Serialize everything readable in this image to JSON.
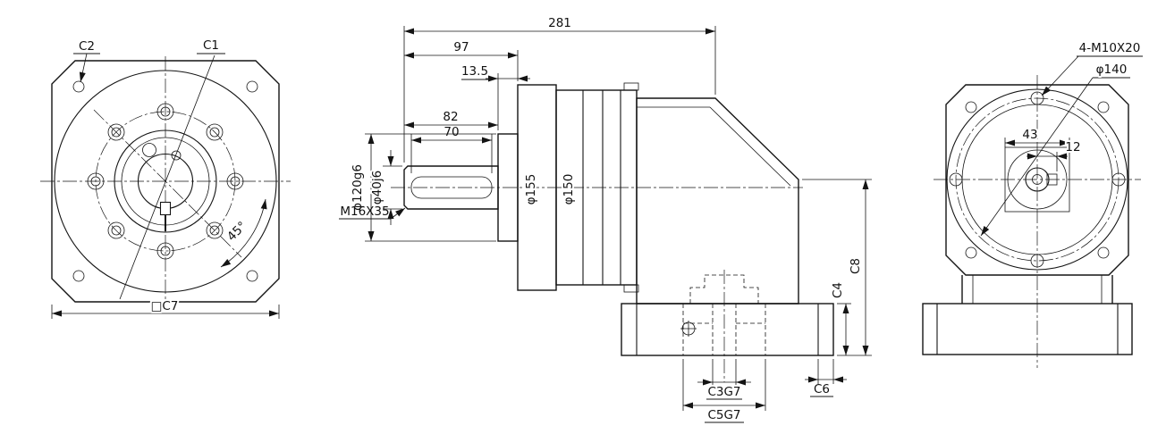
{
  "views": {
    "front": {
      "c2": "C2",
      "c1": "C1",
      "angle": "45°",
      "square": "□C7"
    },
    "side": {
      "overall": "281",
      "len97": "97",
      "len135": "13.5",
      "len82": "82",
      "len70": "70",
      "dia120": "φ120g6",
      "dia40": "φ40j6",
      "tap": "M16X35",
      "dia155": "φ155",
      "dia150": "φ150",
      "c8": "C8",
      "c4": "C4",
      "c6": "C6",
      "c3g7": "C3G7",
      "c5g7": "C5G7"
    },
    "output": {
      "bolts": "4-M10X20",
      "dia140": "φ140",
      "len43": "43",
      "len12": "12"
    }
  }
}
